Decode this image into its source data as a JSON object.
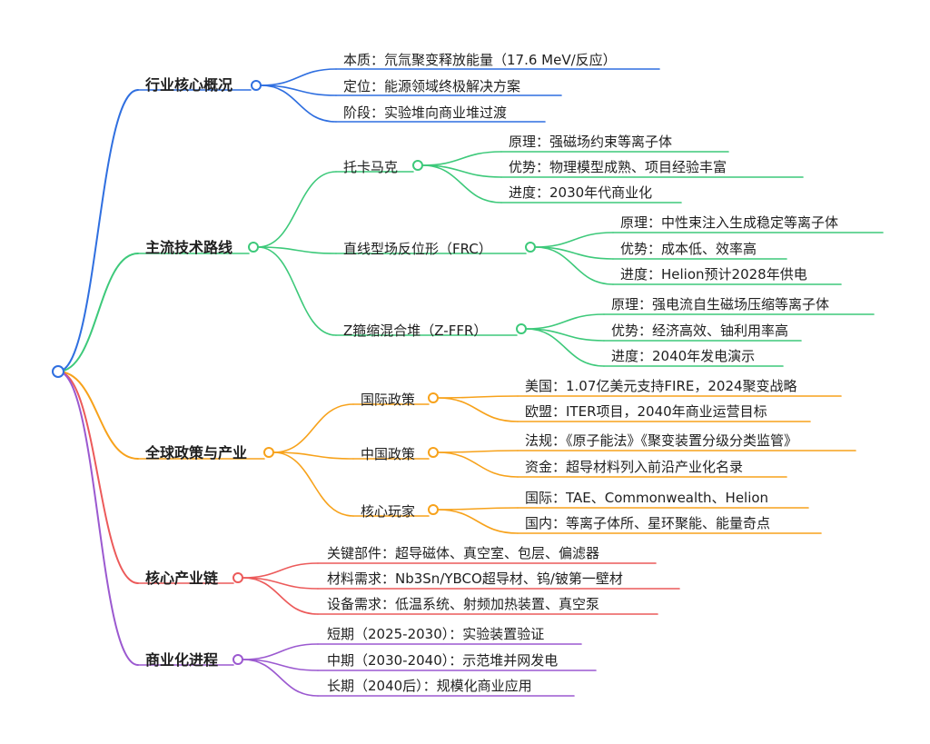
{
  "mindmap": {
    "branches": [
      {
        "label": "行业核心概况",
        "color": "#2f6fe0",
        "children": [
          {
            "label": "本质：氘氚聚变释放能量（17.6 MeV/反应）"
          },
          {
            "label": "定位：能源领域终极解决方案"
          },
          {
            "label": "阶段：实验堆向商业堆过渡"
          }
        ]
      },
      {
        "label": "主流技术路线",
        "color": "#3dc97a",
        "children": [
          {
            "label": "托卡马克",
            "children": [
              {
                "label": "原理：强磁场约束等离子体"
              },
              {
                "label": "优势：物理模型成熟、项目经验丰富"
              },
              {
                "label": "进度：2030年代商业化"
              }
            ]
          },
          {
            "label": "直线型场反位形（FRC）",
            "children": [
              {
                "label": "原理：中性束注入生成稳定等离子体"
              },
              {
                "label": "优势：成本低、效率高"
              },
              {
                "label": "进度：Helion预计2028年供电"
              }
            ]
          },
          {
            "label": "Z箍缩混合堆（Z-FFR）",
            "children": [
              {
                "label": "原理：强电流自生磁场压缩等离子体"
              },
              {
                "label": "优势：经济高效、铀利用率高"
              },
              {
                "label": "进度：2040年发电演示"
              }
            ]
          }
        ]
      },
      {
        "label": "全球政策与产业",
        "color": "#f7a21b",
        "children": [
          {
            "label": "国际政策",
            "children": [
              {
                "label": "美国：1.07亿美元支持FIRE，2024聚变战略"
              },
              {
                "label": "欧盟：ITER项目，2040年商业运营目标"
              }
            ]
          },
          {
            "label": "中国政策",
            "children": [
              {
                "label": "法规：《原子能法》《聚变装置分级分类监管》"
              },
              {
                "label": "资金：超导材料列入前沿产业化名录"
              }
            ]
          },
          {
            "label": "核心玩家",
            "children": [
              {
                "label": "国际：TAE、Commonwealth、Helion"
              },
              {
                "label": "国内：等离子体所、星环聚能、能量奇点"
              }
            ]
          }
        ]
      },
      {
        "label": "核心产业链",
        "color": "#ec5a5a",
        "children": [
          {
            "label": "关键部件：超导磁体、真空室、包层、偏滤器"
          },
          {
            "label": "材料需求：Nb3Sn/YBCO超导材、钨/铍第一壁材"
          },
          {
            "label": "设备需求：低温系统、射频加热装置、真空泵"
          }
        ]
      },
      {
        "label": "商业化进程",
        "color": "#9b59d0",
        "children": [
          {
            "label": "短期（2025-2030）：实验装置验证"
          },
          {
            "label": "中期（2030-2040）：示范堆并网发电"
          },
          {
            "label": "长期（2040后）：规模化商业应用"
          }
        ]
      }
    ]
  }
}
